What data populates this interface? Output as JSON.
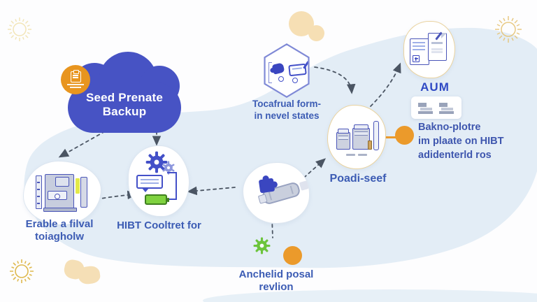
{
  "cloud": {
    "line1": "Seed Prenate",
    "line2": "Backup"
  },
  "labels": {
    "printer": {
      "line1": "Erable a filval",
      "line2": "toiagholw"
    },
    "hibt": {
      "text": "HIBT Cooltret for"
    },
    "hexagon": {
      "line1": "Tocafrual form-",
      "line2": "in nevel states"
    },
    "proposal": {
      "line1": "Anchelid posal",
      "line2": "revlion"
    },
    "poadi": {
      "text": "Poadi-seef"
    },
    "aum": {
      "text": "AUM"
    },
    "note": {
      "line1": "Bakno-plotre",
      "line2": "im plaate on HIBT",
      "line3": "adidenterld ros"
    }
  },
  "icons": {
    "cloud_badge": "clipboard-badge-icon",
    "printer": "copier-machine-icon",
    "hibt": "gear-chat-battery-icon",
    "hexagon_left": "donation-hand-icon",
    "hexagon_right": "payment-card-icon",
    "puzzle": "puzzle-roll-icon",
    "gear_green": "green-gear-icon",
    "poadi": "storage-jars-icon",
    "aum": "documents-icon",
    "decor": "sun-burst-icon"
  },
  "colors": {
    "cloud_blue": "#4753c4",
    "label_blue": "#3c5cb4",
    "accent_orange": "#e8951f",
    "dot_orange": "#eb9a2b",
    "bg_blob": "#e3edf6",
    "green": "#6cc43c",
    "gold": "#e3b94d",
    "peach": "#f6dfb4",
    "icon_stroke": "#4a55b8"
  }
}
